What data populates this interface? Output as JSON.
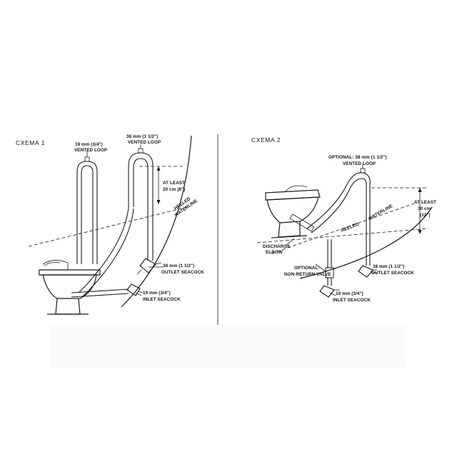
{
  "colors": {
    "ink": "#1a1a1a",
    "background": "#ffffff",
    "watermark": "#ececec"
  },
  "scheme1": {
    "title": "CXEMA 1",
    "labels": {
      "vented_19_a": "19 mm (3/4\")",
      "vented_19_b": "VENTED LOOP",
      "vented_38_a": "38 mm (1 1/2\")",
      "vented_38_b": "VENTED LOOP",
      "atleast_a": "AT LEAST",
      "atleast_b": "20 cm (8\")",
      "heeled_a": "HEELED",
      "heeled_b": "WATERLINE",
      "outlet_a": "38 mm (1 1/2\")",
      "outlet_b": "OUTLET SEACOCK",
      "inlet_a": "19 mm (3/4\")",
      "inlet_b": "INLET SEACOCK"
    }
  },
  "scheme2": {
    "title": "CXEMA 2",
    "labels": {
      "optional_vent_a": "OPTIONAL: 38 mm (1 1/2\")",
      "optional_vent_b": "VENTED LOOP",
      "atleast_a": "AT LEAST",
      "atleast_b": "30 cm",
      "atleast_c": "(12\")",
      "heeled": "HEELED",
      "waterline": "WATERLINE",
      "discharge_a": "DISCHARGE",
      "discharge_b": "ELBOW",
      "optional_valve_a": "OPTIONAL:",
      "optional_valve_b": "NON-RETURN VALVE",
      "outlet_a": "38 mm (1 1/2\")",
      "outlet_b": "OUTLET SEACOCK",
      "inlet_a": "19 mm (3/4\")",
      "inlet_b": "INLET SEACOCK"
    }
  }
}
